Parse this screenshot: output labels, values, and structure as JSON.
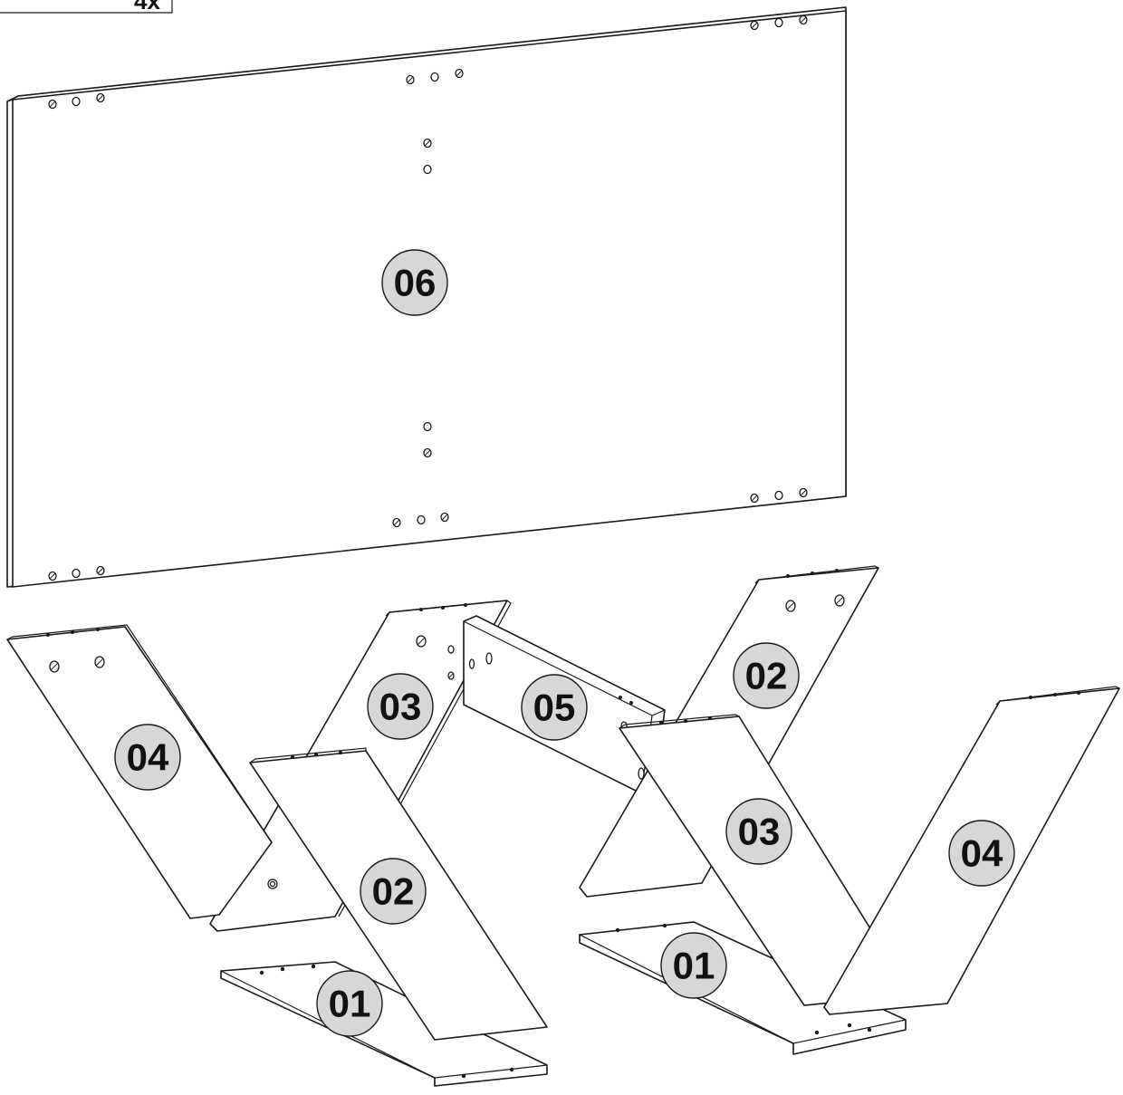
{
  "quantity_badge": {
    "label": "4x"
  },
  "part_labels": {
    "panel_top": "06",
    "left_leg_back": "04",
    "left_leg_front": "02",
    "left_brace": "03",
    "left_base": "01",
    "crossbar": "05",
    "right_leg_back": "02",
    "right_leg_front": "03",
    "right_leg_outer": "04",
    "right_base": "01"
  },
  "colors": {
    "badge_fill": "#d7d7d7",
    "line": "#1a1a1a",
    "panel": "#ffffff"
  }
}
